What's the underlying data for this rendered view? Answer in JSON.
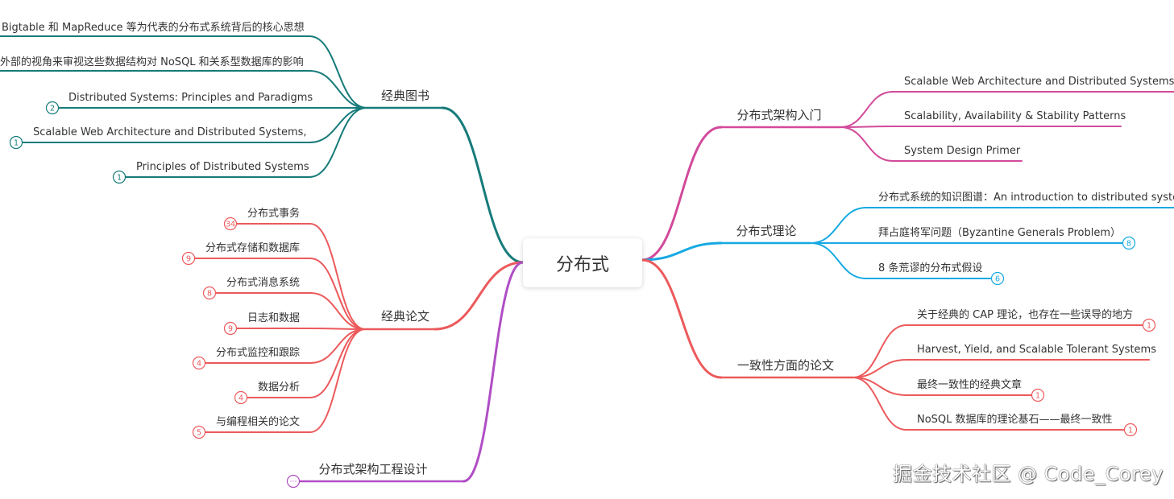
{
  "root": "分布式",
  "colors": {
    "books": "#167b7a",
    "papers": "#ec5a5c",
    "engineering": "#b04ec5",
    "intro": "#d24a9a",
    "theory": "#16a9e3",
    "consistency": "#ec5a5c"
  },
  "branches": {
    "books": {
      "title": "经典图书",
      "items": [
        {
          "label": "Bigtable 和 MapReduce 等为代表的分布式系统背后的核心思想"
        },
        {
          "label": "外部的视角来审视这些数据结构对 NoSQL 和关系型数据库的影响"
        },
        {
          "label": "Distributed Systems: Principles and Paradigms",
          "badge": "2"
        },
        {
          "label": "Scalable Web Architecture and Distributed Systems,",
          "badge": "1"
        },
        {
          "label": "Principles of Distributed Systems",
          "badge": "1"
        }
      ]
    },
    "papers": {
      "title": "经典论文",
      "items": [
        {
          "label": "分布式事务",
          "badge": "34"
        },
        {
          "label": "分布式存储和数据库",
          "badge": "9"
        },
        {
          "label": "分布式消息系统",
          "badge": "8"
        },
        {
          "label": "日志和数据",
          "badge": "9"
        },
        {
          "label": "分布式监控和跟踪",
          "badge": "4"
        },
        {
          "label": "数据分析",
          "badge": "4"
        },
        {
          "label": "与编程相关的论文",
          "badge": "5"
        }
      ]
    },
    "engineering": {
      "title": "分布式架构工程设计",
      "collapsed_badge": "···"
    },
    "intro": {
      "title": "分布式架构入门",
      "items": [
        {
          "label": "Scalable Web Architecture and Distributed Systems"
        },
        {
          "label": "Scalability, Availability & Stability Patterns"
        },
        {
          "label": "System Design Primer"
        }
      ]
    },
    "theory": {
      "title": "分布式理论",
      "items": [
        {
          "label": "分布式系统的知识图谱：An introduction to distributed systems"
        },
        {
          "label": "拜占庭将军问题（Byzantine Generals Problem）",
          "badge": "8"
        },
        {
          "label": "8 条荒谬的分布式假设",
          "badge": "6"
        }
      ]
    },
    "consistency": {
      "title": "一致性方面的论文",
      "items": [
        {
          "label": "关于经典的 CAP 理论，也存在一些误导的地方",
          "badge": "1"
        },
        {
          "label": "Harvest, Yield, and Scalable Tolerant Systems"
        },
        {
          "label": "最终一致性的经典文章",
          "badge": "1"
        },
        {
          "label": "NoSQL 数据库的理论基石——最终一致性",
          "badge": "1"
        }
      ]
    }
  },
  "watermark": "掘金技术社区 @ Code_Corey"
}
